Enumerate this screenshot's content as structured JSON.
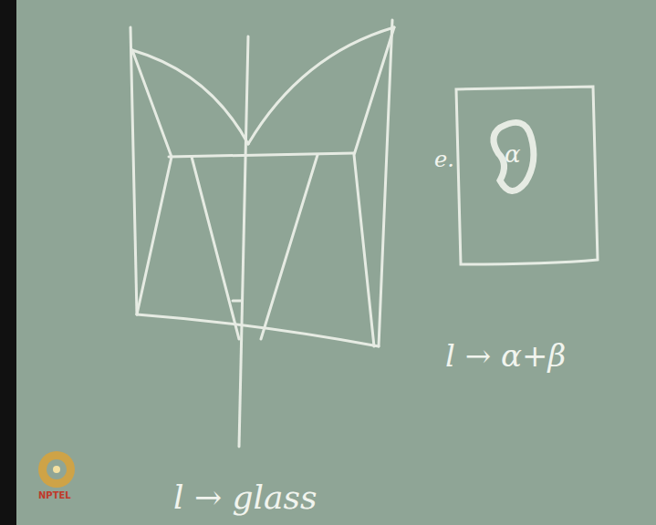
{
  "diagram": {
    "labels": [
      "e.",
      "α",
      "l → α+β",
      "l → glass",
      "NPTEL"
    ]
  }
}
